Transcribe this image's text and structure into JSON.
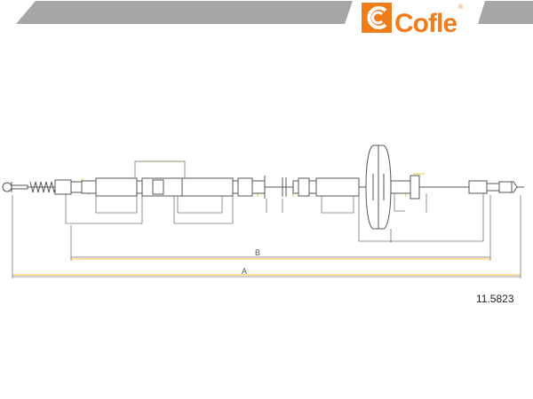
{
  "brand": {
    "name": "Cofle",
    "registered_mark": "®",
    "logo_color": "#f07c1a"
  },
  "dimensions": {
    "label_a": "A",
    "label_b": "B"
  },
  "part_number": "11.5823",
  "colors": {
    "banner_gray": "#a6a6a6",
    "cable": "#555555",
    "dimension_line": "#777777",
    "highlight": "#f2c23a"
  }
}
